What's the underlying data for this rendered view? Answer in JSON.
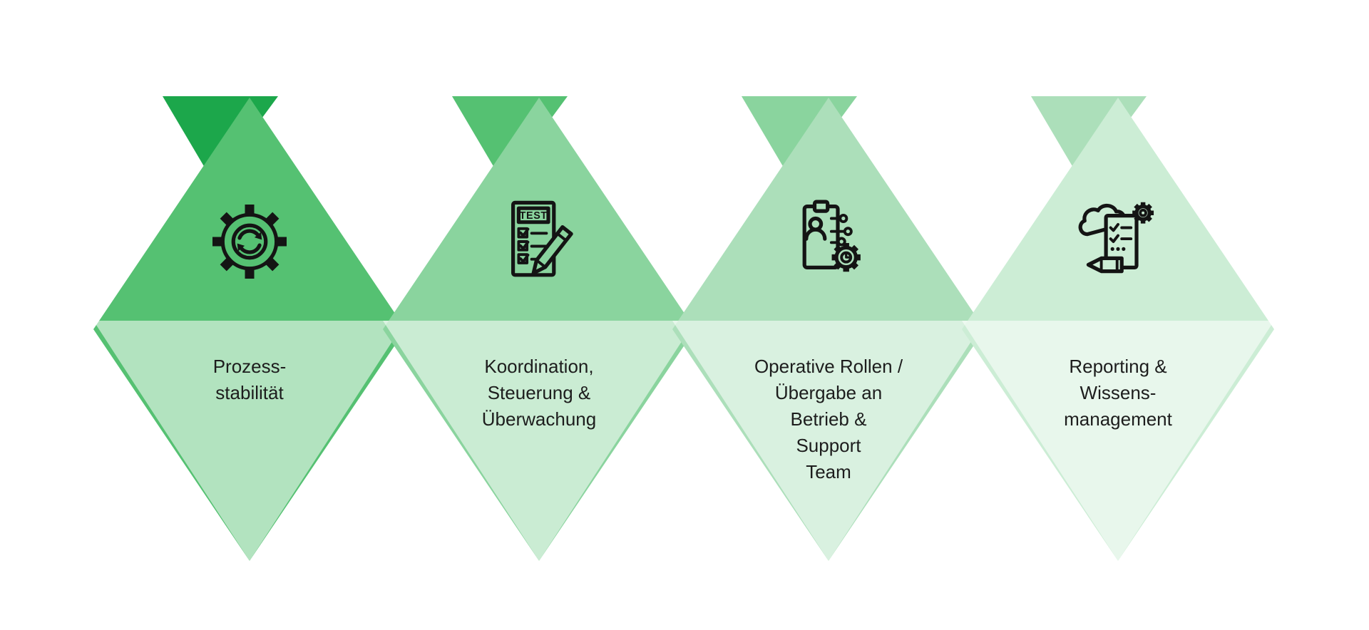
{
  "diagram_title": "",
  "steps": [
    {
      "name": "Prozessstabilität",
      "lines": [
        "Prozess-",
        "stabilität"
      ],
      "icon": "gear-sync-icon",
      "colors": {
        "fold": "#1CA74B",
        "top": "#55C172"
      }
    },
    {
      "name": "Koordination, Steuerung & Überwachung",
      "lines": [
        "Koordination,",
        "Steuerung &",
        "Überwachung"
      ],
      "icon": "test-checklist-pencil-icon",
      "icon_text": "TEST",
      "colors": {
        "fold": "#55C172",
        "top": "#8AD49E"
      }
    },
    {
      "name": "Operative Rollen / Übergabe an Betrieb & Support Team",
      "lines": [
        "Operative Rollen /",
        "Übergabe an",
        "Betrieb &",
        "Support",
        "Team"
      ],
      "icon": "clipboard-handover-gear-icon",
      "colors": {
        "fold": "#8AD49E",
        "top": "#ACDFBA"
      }
    },
    {
      "name": "Reporting & Wissensmanagement",
      "lines": [
        "Reporting &",
        "Wissens-",
        "management"
      ],
      "icon": "cloud-report-pencil-icon",
      "colors": {
        "fold": "#ACDFBA",
        "top": "#CCEDD5"
      }
    }
  ]
}
